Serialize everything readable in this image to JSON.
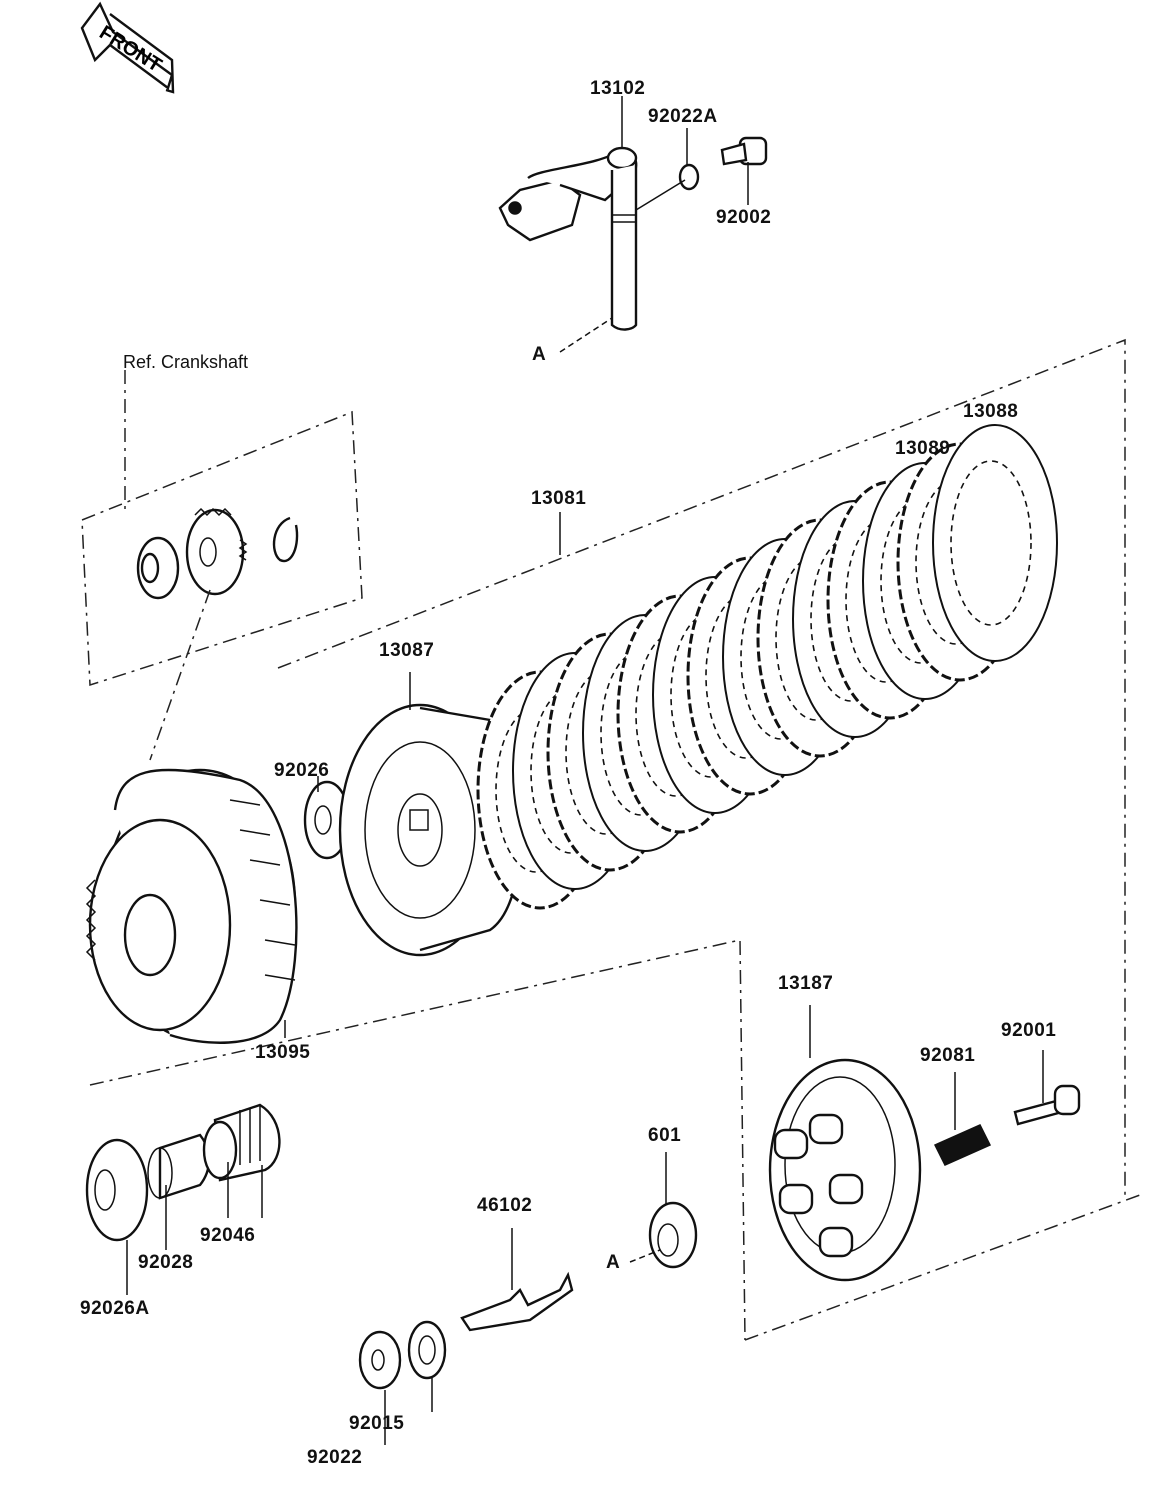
{
  "title": "Clutch assembly exploded parts diagram",
  "front_marker": "FRONT",
  "reference_note": "Ref. Crankshaft",
  "connector_marker": "A",
  "parts": [
    {
      "id": "13102",
      "label": "13102"
    },
    {
      "id": "92022A",
      "label": "92022A"
    },
    {
      "id": "92002",
      "label": "92002"
    },
    {
      "id": "13081",
      "label": "13081"
    },
    {
      "id": "13089",
      "label": "13089"
    },
    {
      "id": "13088",
      "label": "13088"
    },
    {
      "id": "13087",
      "label": "13087"
    },
    {
      "id": "92026",
      "label": "92026"
    },
    {
      "id": "13095",
      "label": "13095"
    },
    {
      "id": "13187",
      "label": "13187"
    },
    {
      "id": "92081",
      "label": "92081"
    },
    {
      "id": "92001",
      "label": "92001"
    },
    {
      "id": "601",
      "label": "601"
    },
    {
      "id": "46102",
      "label": "46102"
    },
    {
      "id": "92046",
      "label": "92046"
    },
    {
      "id": "92028",
      "label": "92028"
    },
    {
      "id": "92026A",
      "label": "92026A"
    },
    {
      "id": "92015",
      "label": "92015"
    },
    {
      "id": "92022",
      "label": "92022"
    }
  ]
}
